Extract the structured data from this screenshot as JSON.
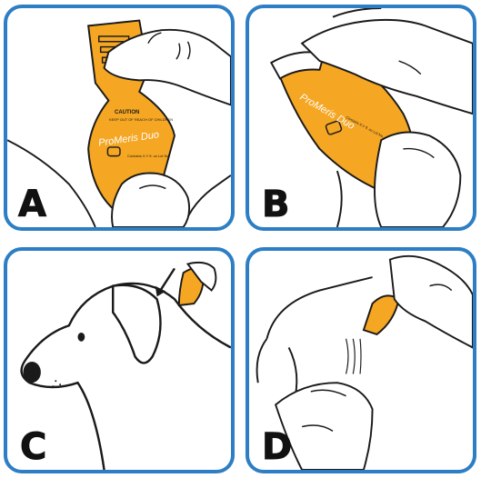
{
  "panels": [
    {
      "letter": "A"
    },
    {
      "letter": "B"
    },
    {
      "letter": "C"
    },
    {
      "letter": "D"
    }
  ],
  "package": {
    "brand": "ProMeris Duo",
    "caution_title": "CAUTION",
    "caution_text": "KEEP OUT OF REACH OF CHILDREN",
    "contents": "Contains X.Y fl. oz Lot No."
  },
  "colors": {
    "panel_border": "#2d7ec4",
    "package_fill": "#f5a623",
    "outline": "#1a1a1a"
  }
}
